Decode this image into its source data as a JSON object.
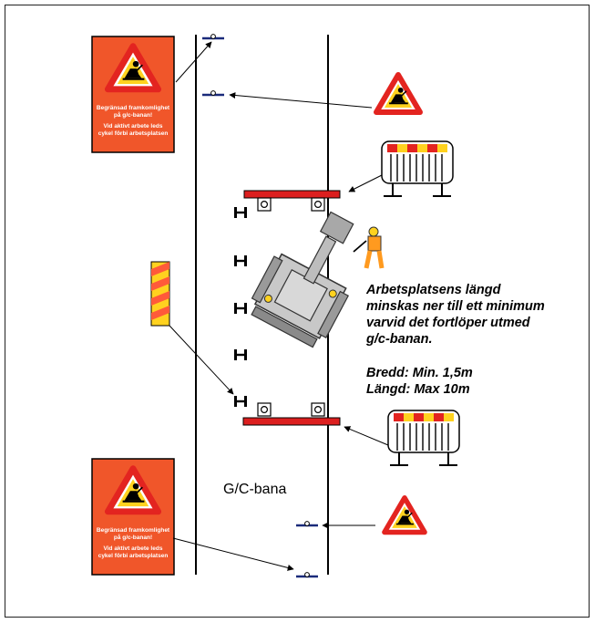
{
  "info_sign": {
    "line1": "Begränsad framkomlighet",
    "line2": "på g/c-banan!",
    "line3": "Vid aktivt arbete leds",
    "line4": "cykel förbi arbetsplatsen"
  },
  "description": {
    "line1": "Arbetsplatsens längd",
    "line2": "minskas ner till ett minimum",
    "line3": "varvid det fortlöper utmed",
    "line4": "g/c-banan."
  },
  "dimensions": {
    "width": "Bredd: Min. 1,5m",
    "length": "Längd: Max 10m"
  },
  "lane_label": "G/C-bana",
  "colors": {
    "sign_orange": "#f0562a",
    "warning_red": "#e32420",
    "warning_yellow": "#ffd21f",
    "barrier_red": "#dc1f1f",
    "post_blue": "#1a2a7a"
  }
}
